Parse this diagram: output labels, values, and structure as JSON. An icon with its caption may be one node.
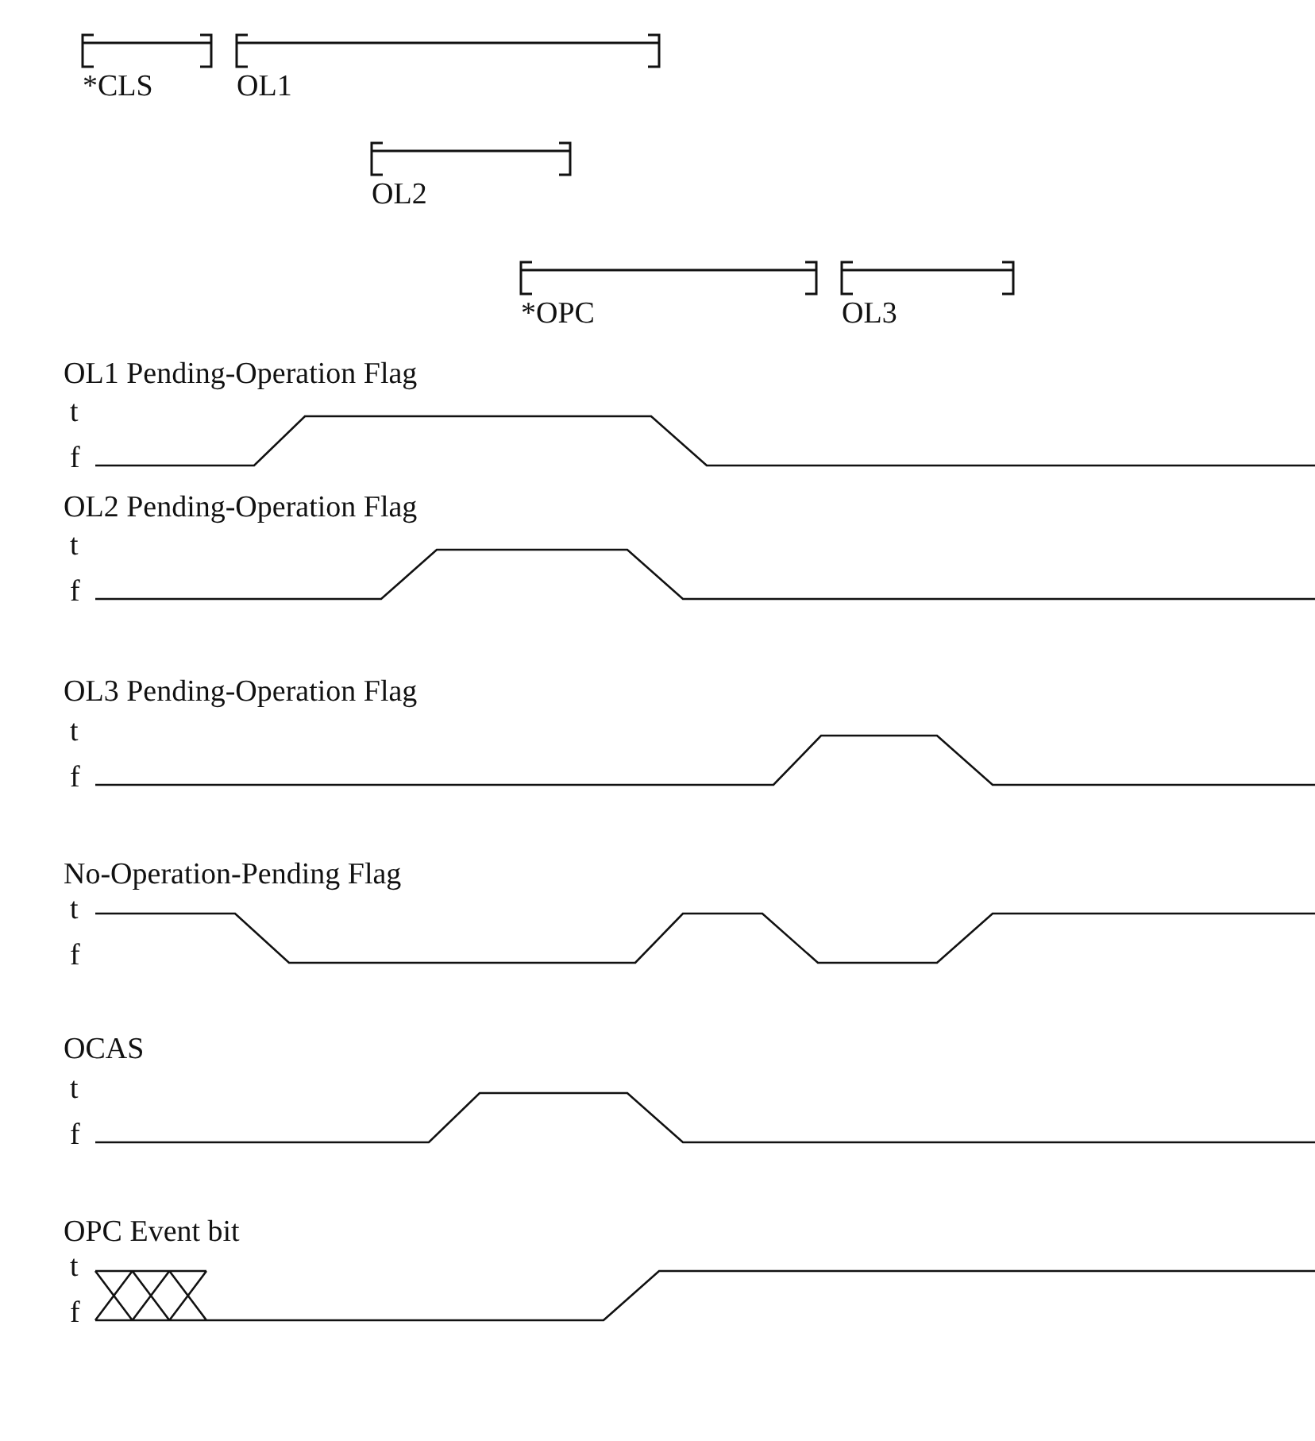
{
  "diagram": {
    "labels": [
      "*CLS",
      "OL1",
      "OL2",
      "*OPC",
      "OL3",
      "OL1 Pending-Operation Flag",
      "t",
      "f",
      "OL2 Pending-Operation Flag",
      "t",
      "f",
      "OL3 Pending-Operation Flag",
      "t",
      "f",
      "No-Operation-Pending Flag",
      "t",
      "f",
      "OCAS",
      "t",
      "f",
      "OPC Event bit",
      "t",
      "f"
    ]
  }
}
